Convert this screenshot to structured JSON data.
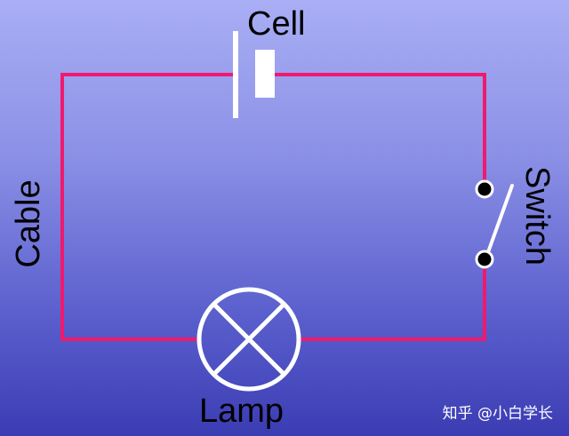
{
  "labels": {
    "cell": "Cell",
    "cable": "Cable",
    "switch": "Switch",
    "lamp": "Lamp"
  },
  "watermark": "知乎 @小白学长",
  "colors": {
    "wire": "#f0196e",
    "component": "#ffffff",
    "terminal_dot": "#000000",
    "label_text": "#000000",
    "background_top": "#a9aef5",
    "background_bottom": "#3b3cb3"
  }
}
